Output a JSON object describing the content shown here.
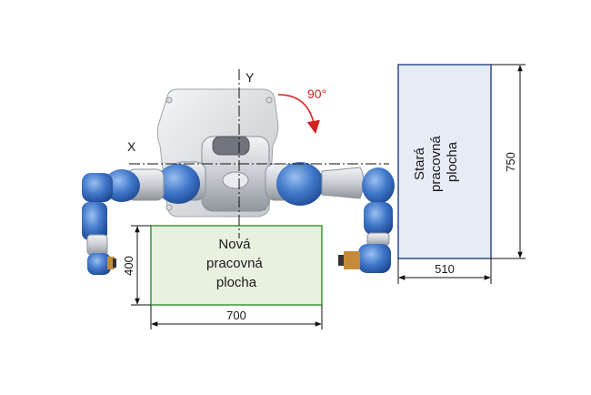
{
  "axes": {
    "x_label": "X",
    "y_label": "Y"
  },
  "rotation": {
    "label": "90°"
  },
  "new_workspace": {
    "line1": "Nová",
    "line2": "pracovná",
    "line3": "plocha",
    "width_label": "700",
    "height_label": "400"
  },
  "old_workspace": {
    "line1": "Stará",
    "line2": "pracovná",
    "line3": "plocha",
    "width_label": "510",
    "height_label": "750"
  },
  "colors": {
    "new_fill": "#e8f1e0",
    "new_stroke": "#3a9a3a",
    "old_fill": "#e6ecf5",
    "old_stroke": "#2a4e8c",
    "arrow": "#d62020",
    "robot_blue": "#3f76c8",
    "robot_gray": "#c8ccd1"
  }
}
